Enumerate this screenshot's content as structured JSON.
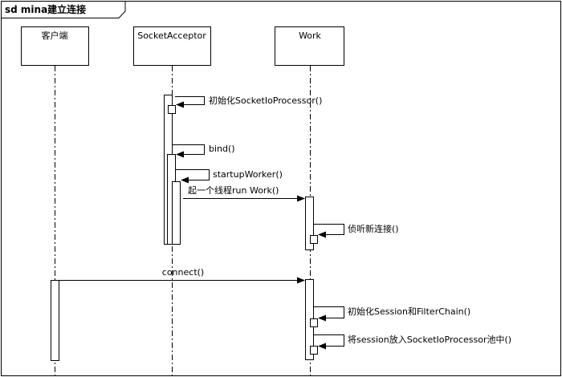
{
  "frame": {
    "title": "sd mina建立连接"
  },
  "participants": [
    {
      "id": "client",
      "label": "客户端"
    },
    {
      "id": "acceptor",
      "label": "SocketAcceptor"
    },
    {
      "id": "work",
      "label": "Work"
    }
  ],
  "messages": [
    {
      "id": "init-processor",
      "label": "初始化SocketIoProcessor()"
    },
    {
      "id": "bind",
      "label": "bind()"
    },
    {
      "id": "startup-worker",
      "label": "startupWorker()"
    },
    {
      "id": "run-work",
      "label": "起一个线程run Work()"
    },
    {
      "id": "listen",
      "label": "侦听新连接()"
    },
    {
      "id": "connect",
      "label": "connect()"
    },
    {
      "id": "init-session",
      "label": "初始化Session和FilterChain()"
    },
    {
      "id": "put-session",
      "label": "将session放入SocketIoProcessor池中()"
    }
  ]
}
